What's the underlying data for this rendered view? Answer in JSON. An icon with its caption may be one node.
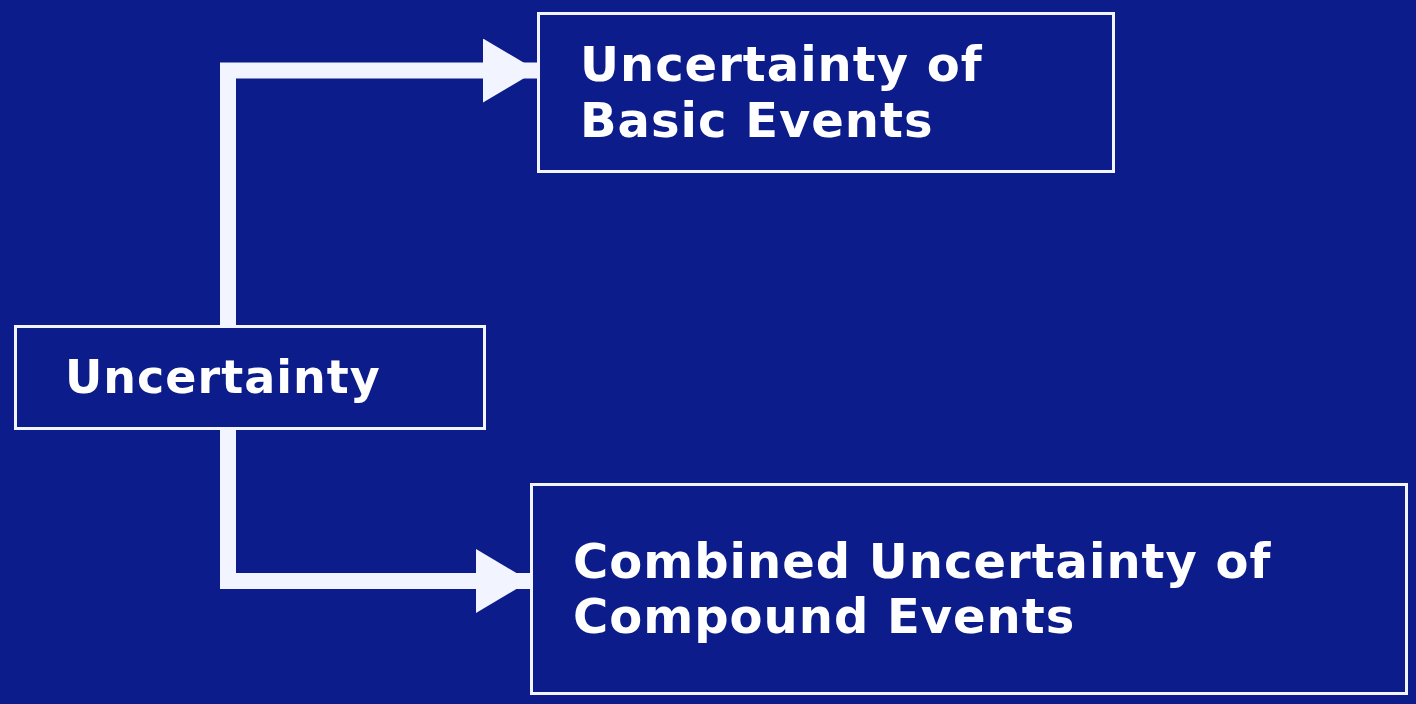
{
  "diagram": {
    "nodes": [
      {
        "text": [
          "Uncertainty"
        ]
      },
      {
        "text": [
          "Uncertainty of Basic Events"
        ]
      },
      {
        "text": [
          "Combined Uncertainty of Compound Events"
        ]
      }
    ],
    "edges": [
      {
        "from": 0,
        "to": 1,
        "arrow": "to"
      },
      {
        "from": 0,
        "to": 2,
        "arrow": "to"
      }
    ]
  }
}
